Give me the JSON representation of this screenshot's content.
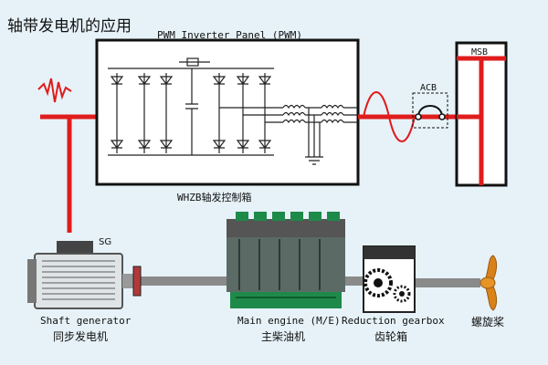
{
  "title": "轴带发电机的应用",
  "panel": {
    "label": "PWM Inverter Panel (PWM)",
    "cabinet_label": "WHZB轴发控制箱"
  },
  "msb": {
    "label": "MSB"
  },
  "acb": {
    "label": "ACB"
  },
  "sg": {
    "label": "SG"
  },
  "shaft_generator": {
    "label_en": "Shaft generator",
    "label_cn": "同步发电机"
  },
  "main_engine": {
    "label_en": "Main engine (M/E)",
    "label_cn": "主柴油机"
  },
  "gearbox": {
    "label_en": "Reduction gearbox",
    "label_cn": "齿轮箱"
  },
  "propeller": {
    "label_cn": "螺旋桨"
  },
  "colors": {
    "background": "#e6f2f8",
    "power_line": "#e01c1c",
    "engine_green": "#1e8a4a",
    "shaft_gray": "#8a8a8a"
  }
}
